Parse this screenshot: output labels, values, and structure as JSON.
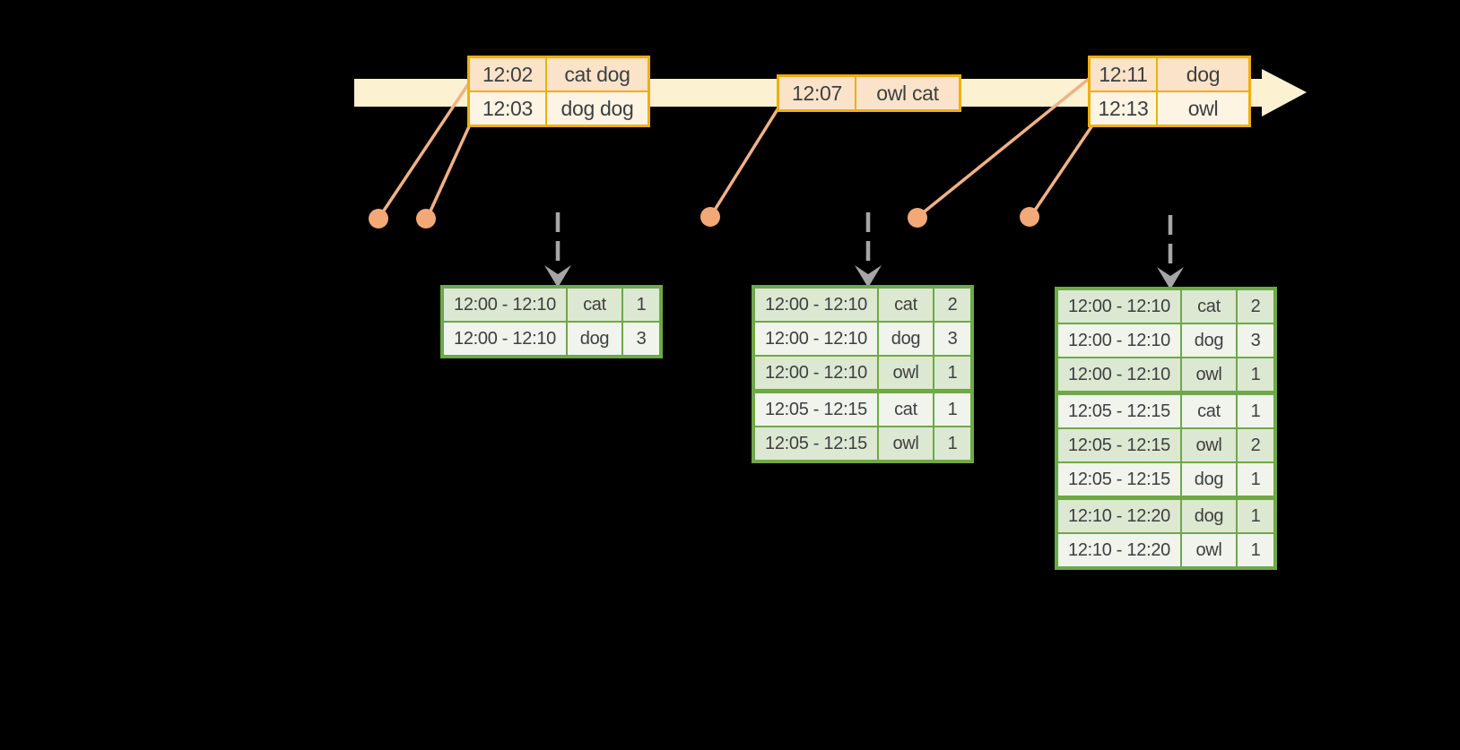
{
  "colors": {
    "background": "#000000",
    "band": "#FCF2D2",
    "event_border": "#EEAF0E",
    "event_row_peach": "#FAE3C8",
    "event_row_cream": "#FDF4E4",
    "green_border": "#6FA847",
    "green_row_dark": "#DCE8D2",
    "green_row_light": "#F0F4EC",
    "dot": "#F2A977",
    "connector_line": "#F1B186",
    "trigger_arrow": "#A6A6A6",
    "text": "#3F3F3F"
  },
  "icons": {
    "timeline": "right-arrow-band",
    "event_marker": "filled-circle-dot",
    "trigger": "dashed-down-arrow"
  },
  "event_tables": [
    {
      "rows": [
        {
          "time": "12:02",
          "words": "cat dog"
        },
        {
          "time": "12:03",
          "words": "dog dog"
        }
      ]
    },
    {
      "rows": [
        {
          "time": "12:07",
          "words": "owl cat"
        }
      ]
    },
    {
      "rows": [
        {
          "time": "12:11",
          "words": "dog"
        },
        {
          "time": "12:13",
          "words": "owl"
        }
      ]
    }
  ],
  "result_tables": [
    {
      "rows": [
        {
          "window": "12:00 - 12:10",
          "word": "cat",
          "count": "1"
        },
        {
          "window": "12:00 - 12:10",
          "word": "dog",
          "count": "3"
        }
      ]
    },
    {
      "rows": [
        {
          "window": "12:00 - 12:10",
          "word": "cat",
          "count": "2"
        },
        {
          "window": "12:00 - 12:10",
          "word": "dog",
          "count": "3"
        },
        {
          "window": "12:00 - 12:10",
          "word": "owl",
          "count": "1"
        },
        {
          "window": "12:05 - 12:15",
          "word": "cat",
          "count": "1",
          "group_start": true
        },
        {
          "window": "12:05 - 12:15",
          "word": "owl",
          "count": "1"
        }
      ]
    },
    {
      "rows": [
        {
          "window": "12:00 - 12:10",
          "word": "cat",
          "count": "2"
        },
        {
          "window": "12:00 - 12:10",
          "word": "dog",
          "count": "3"
        },
        {
          "window": "12:00 - 12:10",
          "word": "owl",
          "count": "1"
        },
        {
          "window": "12:05 - 12:15",
          "word": "cat",
          "count": "1",
          "group_start": true
        },
        {
          "window": "12:05 - 12:15",
          "word": "owl",
          "count": "2"
        },
        {
          "window": "12:05 - 12:15",
          "word": "dog",
          "count": "1"
        },
        {
          "window": "12:10 - 12:20",
          "word": "dog",
          "count": "1",
          "group_start": true
        },
        {
          "window": "12:10 - 12:20",
          "word": "owl",
          "count": "1"
        }
      ]
    }
  ]
}
